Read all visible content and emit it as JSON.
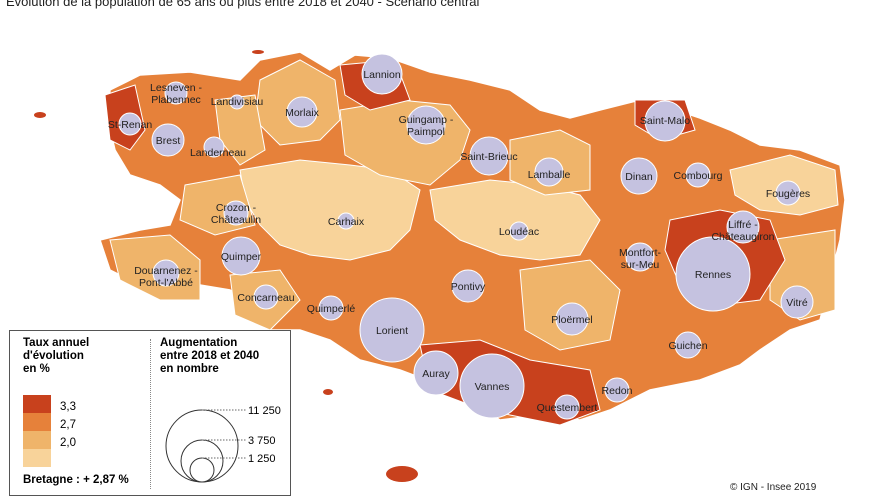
{
  "title": "Évolution de la population de 65 ans ou plus entre 2018 et 2040 - Scénario central",
  "credit": "© IGN - Insee 2019",
  "colors": {
    "class1": "#7a1f0a",
    "class2": "#c8411d",
    "class3": "#e6813a",
    "class4": "#efb46a",
    "class5": "#f8d39a",
    "bubble": "#c5c2e0",
    "bubble_stroke": "#ffffff"
  },
  "legend": {
    "rate_title_1": "Taux annuel",
    "rate_title_2": "d'évolution",
    "rate_title_3": "en %",
    "breaks": [
      "3,3",
      "2,7",
      "2,0"
    ],
    "size_title_1": "Augmentation",
    "size_title_2": "entre 2018 et 2040",
    "size_title_3": "en nombre",
    "size_values": [
      "11 250",
      "3 750",
      "1 250"
    ],
    "regional": "Bretagne : + 2,87 %"
  },
  "cities": [
    {
      "name": "Lannion"
    },
    {
      "name": "Lesneven -"
    },
    {
      "name": "Plabennec"
    },
    {
      "name": "Landivisiau"
    },
    {
      "name": "Morlaix"
    },
    {
      "name": "St-Renan"
    },
    {
      "name": "Brest"
    },
    {
      "name": "Landerneau"
    },
    {
      "name": "Guingamp -"
    },
    {
      "name": "Paimpol"
    },
    {
      "name": "Saint-Malo"
    },
    {
      "name": "Saint-Brieuc"
    },
    {
      "name": "Lamballe"
    },
    {
      "name": "Dinan"
    },
    {
      "name": "Combourg"
    },
    {
      "name": "Fougères"
    },
    {
      "name": "Crozon -"
    },
    {
      "name": "Châteaulin"
    },
    {
      "name": "Carhaix"
    },
    {
      "name": "Loudéac"
    },
    {
      "name": "Liffré -"
    },
    {
      "name": "Châteaugiron"
    },
    {
      "name": "Quimper"
    },
    {
      "name": "Douarnenez -"
    },
    {
      "name": "Pont-l'Abbé"
    },
    {
      "name": "Montfort-"
    },
    {
      "name": "sur-Meu"
    },
    {
      "name": "Rennes"
    },
    {
      "name": "Concarneau"
    },
    {
      "name": "Pontivy"
    },
    {
      "name": "Vitré"
    },
    {
      "name": "Quimperlé"
    },
    {
      "name": "Lorient"
    },
    {
      "name": "Ploërmel"
    },
    {
      "name": "Guichen"
    },
    {
      "name": "Auray"
    },
    {
      "name": "Vannes"
    },
    {
      "name": "Redon"
    },
    {
      "name": "Questembert"
    }
  ]
}
